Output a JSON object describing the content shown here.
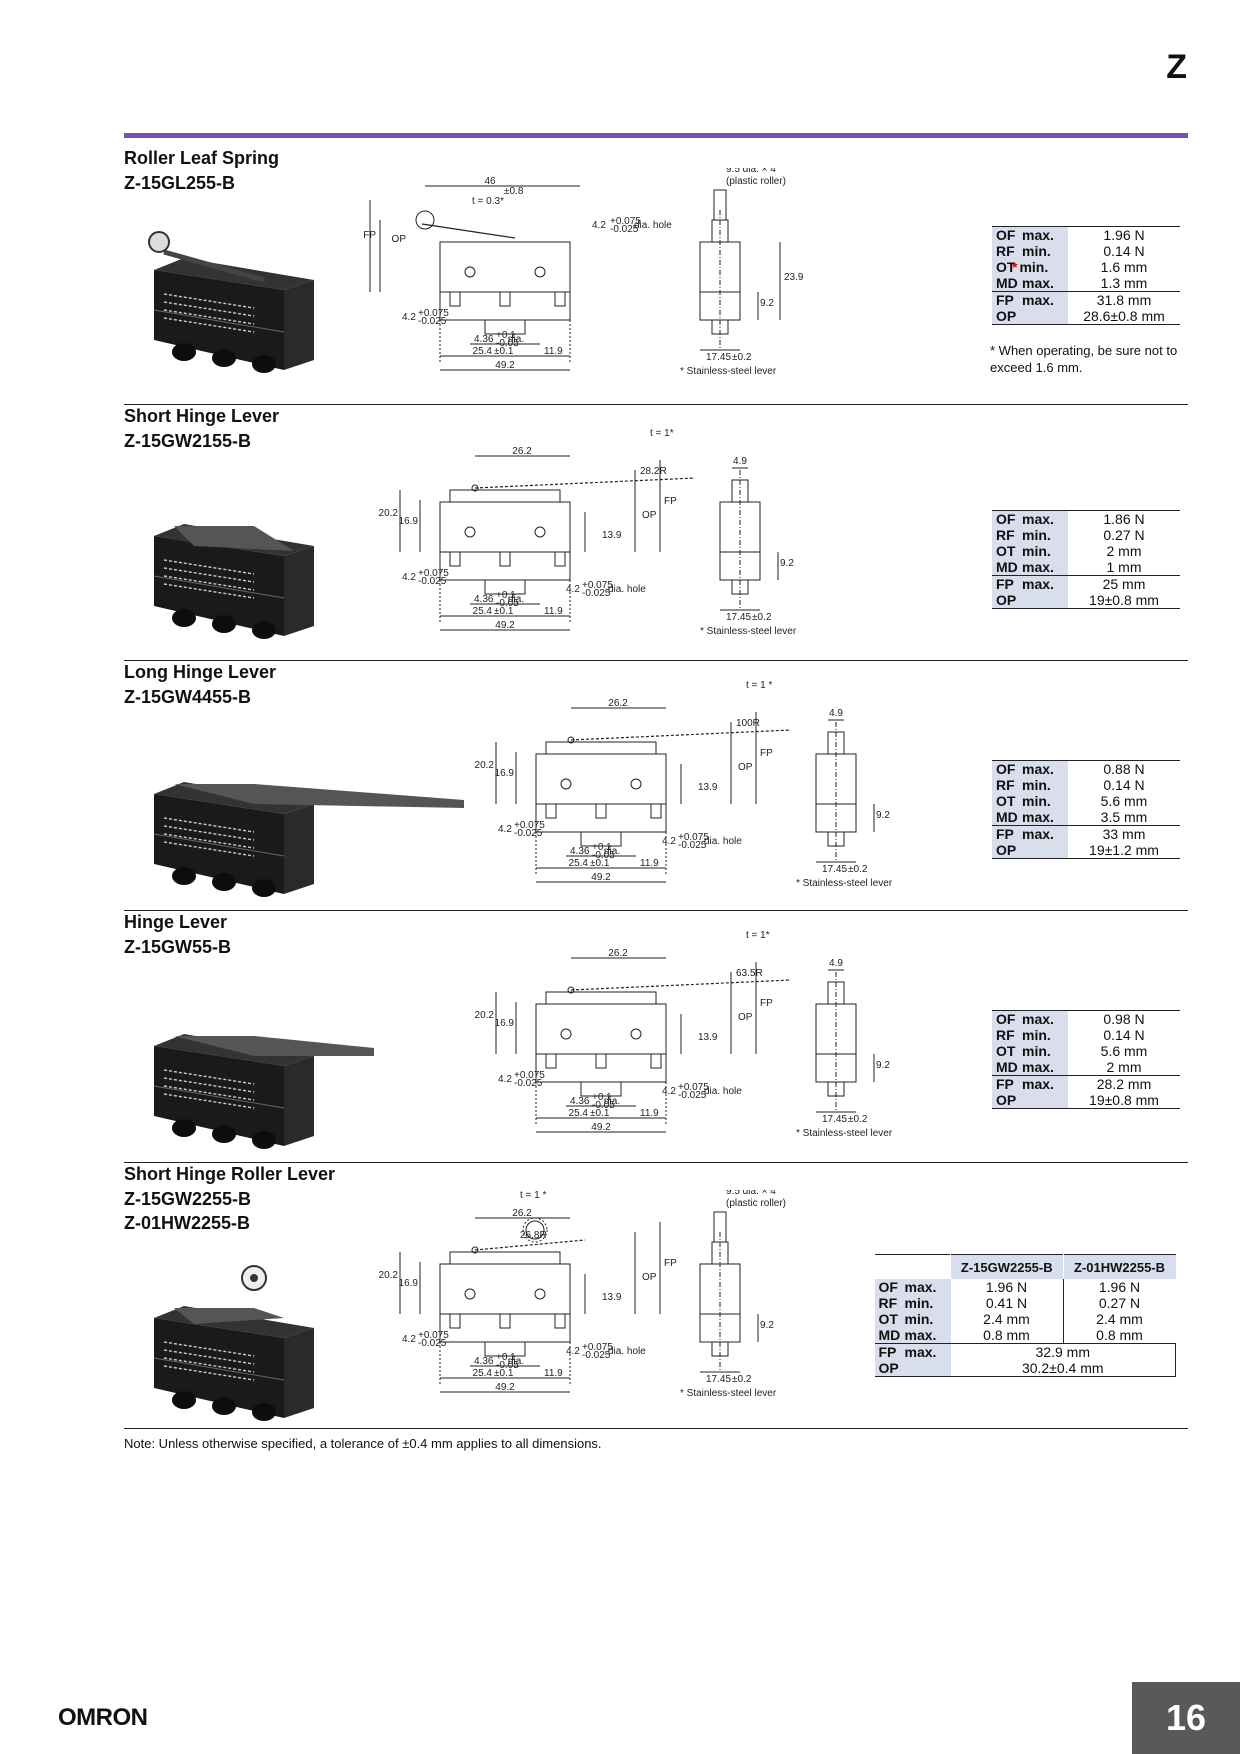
{
  "header": {
    "series_letter": "Z"
  },
  "sections": [
    {
      "title": "Roller Leaf Spring",
      "models": [
        "Z-15GL255-B"
      ],
      "photo_label": "Z-15GL255-B",
      "dims": {
        "width": "46",
        "width_tol": "±0.8",
        "t": "t = 0.3*",
        "hole": "4.2",
        "hole_tol_up": "+0.075",
        "hole_tol_dn": "-0.025",
        "hole_label": "dia. hole",
        "left_hole": "4.2",
        "pin": "4.36",
        "pin_tol_up": "+0.1",
        "pin_tol_dn": "-0.05",
        "pin_label": "dia.",
        "pitch": "25.4",
        "pitch_tol": "±0.1",
        "end": "11.9",
        "total": "49.2",
        "fp": "FP",
        "op": "OP",
        "side_top": "9.5 dia. × 4",
        "side_top2": "(plastic roller)",
        "side_h": "23.9",
        "side_small": "9.2",
        "side_w": "17.45",
        "side_w_tol": "±0.2",
        "lever_note": "* Stainless-steel lever"
      },
      "specs": [
        {
          "k": "OF",
          "q": "max.",
          "v": "1.96 N"
        },
        {
          "k": "RF",
          "q": "min.",
          "v": "0.14 N"
        },
        {
          "k": "OT",
          "q": "min.",
          "v": "1.6 mm",
          "mark": "*"
        },
        {
          "k": "MD",
          "q": "max.",
          "v": "1.3 mm"
        },
        {
          "k": "FP",
          "q": "max.",
          "v": "31.8 mm"
        },
        {
          "k": "OP",
          "q": "",
          "v": "28.6±0.8 mm"
        }
      ],
      "footnote": "* When operating, be sure not to exceed 1.6 mm."
    },
    {
      "title": "Short Hinge Lever",
      "models": [
        "Z-15GW2155-B"
      ],
      "photo_label": "Z-15GW2155-B",
      "dims": {
        "width": "26.2",
        "t": "t = 1*",
        "radius": "28.2R",
        "h1": "20.2",
        "h2": "16.9",
        "h3": "13.9",
        "hole": "4.2",
        "hole_tol_up": "+0.075",
        "hole_tol_dn": "-0.025",
        "hole_label": "dia. hole",
        "left_hole": "4.2",
        "pin": "4.36",
        "pin_tol_up": "+0.1",
        "pin_tol_dn": "-0.05",
        "pin_label": "dia.",
        "pitch": "25.4",
        "pitch_tol": "±0.1",
        "end": "11.9",
        "total": "49.2",
        "fp": "FP",
        "op": "OP",
        "side_top": "4.9",
        "side_small": "9.2",
        "side_w": "17.45",
        "side_w_tol": "±0.2",
        "lever_note": "* Stainless-steel lever"
      },
      "specs": [
        {
          "k": "OF",
          "q": "max.",
          "v": "1.86 N"
        },
        {
          "k": "RF",
          "q": "min.",
          "v": "0.27 N"
        },
        {
          "k": "OT",
          "q": "min.",
          "v": "2 mm"
        },
        {
          "k": "MD",
          "q": "max.",
          "v": "1 mm"
        },
        {
          "k": "FP",
          "q": "max.",
          "v": "25 mm"
        },
        {
          "k": "OP",
          "q": "",
          "v": "19±0.8 mm"
        }
      ]
    },
    {
      "title": "Long Hinge Lever",
      "models": [
        "Z-15GW4455-B"
      ],
      "photo_label": "Z-15GW4455-B",
      "dims": {
        "width": "26.2",
        "t": "t = 1 *",
        "radius": "100R",
        "h1": "20.2",
        "h2": "16.9",
        "h3": "13.9",
        "hole": "4.2",
        "hole_tol_up": "+0.075",
        "hole_tol_dn": "-0.025",
        "hole_label": "dia. hole",
        "left_hole": "4.2",
        "pin": "4.36",
        "pin_tol_up": "+0.1",
        "pin_tol_dn": "-0.05",
        "pin_label": "dia.",
        "pitch": "25.4",
        "pitch_tol": "±0.1",
        "end": "11.9",
        "total": "49.2",
        "fp": "FP",
        "op": "OP",
        "side_top": "4.9",
        "side_small": "9.2",
        "side_w": "17.45",
        "side_w_tol": "±0.2",
        "lever_note": "* Stainless-steel lever"
      },
      "specs": [
        {
          "k": "OF",
          "q": "max.",
          "v": "0.88 N"
        },
        {
          "k": "RF",
          "q": "min.",
          "v": "0.14 N"
        },
        {
          "k": "OT",
          "q": "min.",
          "v": "5.6 mm"
        },
        {
          "k": "MD",
          "q": "max.",
          "v": "3.5 mm"
        },
        {
          "k": "FP",
          "q": "max.",
          "v": "33 mm"
        },
        {
          "k": "OP",
          "q": "",
          "v": "19±1.2 mm"
        }
      ]
    },
    {
      "title": "Hinge Lever",
      "models": [
        "Z-15GW55-B"
      ],
      "photo_label": "Z-15GW55-B",
      "dims": {
        "width": "26.2",
        "t": "t = 1*",
        "radius": "63.5R",
        "h1": "20.2",
        "h2": "16.9",
        "h3": "13.9",
        "hole": "4.2",
        "hole_tol_up": "+0.075",
        "hole_tol_dn": "-0.025",
        "hole_label": "dia. hole",
        "left_hole": "4.2",
        "pin": "4.36",
        "pin_tol_up": "+0.1",
        "pin_tol_dn": "-0.05",
        "pin_label": "dia.",
        "pitch": "25.4",
        "pitch_tol": "±0.1",
        "end": "11.9",
        "total": "49.2",
        "fp": "FP",
        "op": "OP",
        "side_top": "4.9",
        "side_small": "9.2",
        "side_w": "17.45",
        "side_w_tol": "±0.2",
        "lever_note": "* Stainless-steel lever"
      },
      "specs": [
        {
          "k": "OF",
          "q": "max.",
          "v": "0.98 N"
        },
        {
          "k": "RF",
          "q": "min.",
          "v": "0.14 N"
        },
        {
          "k": "OT",
          "q": "min.",
          "v": "5.6 mm"
        },
        {
          "k": "MD",
          "q": "max.",
          "v": "2 mm"
        },
        {
          "k": "FP",
          "q": "max.",
          "v": "28.2 mm"
        },
        {
          "k": "OP",
          "q": "",
          "v": "19±0.8 mm"
        }
      ]
    },
    {
      "title": "Short Hinge Roller Lever",
      "models": [
        "Z-15GW2255-B",
        "Z-01HW2255-B"
      ],
      "photo_label": "Z-15GW2255-B",
      "dims": {
        "width": "26.2",
        "t": "t = 1 *",
        "radius": "26.8R",
        "h1": "20.2",
        "h2": "16.9",
        "h3": "13.9",
        "hole": "4.2",
        "hole_tol_up": "+0.075",
        "hole_tol_dn": "-0.025",
        "hole_label": "dia. hole",
        "left_hole": "4.2",
        "pin": "4.36",
        "pin_tol_up": "+0.1",
        "pin_tol_dn": "-0.05",
        "pin_label": "dia.",
        "pitch": "25.4",
        "pitch_tol": "±0.1",
        "end": "11.9",
        "total": "49.2",
        "fp": "FP",
        "op": "OP",
        "side_top": "9.5 dia. × 4",
        "side_top2": "(plastic roller)",
        "side_small": "9.2",
        "side_w": "17.45",
        "side_w_tol": "±0.2",
        "lever_note": "* Stainless-steel lever"
      },
      "spec_headers": [
        "Z-15GW2255-B",
        "Z-01HW2255-B"
      ],
      "specs": [
        {
          "k": "OF",
          "q": "max.",
          "v": "1.96 N",
          "v2": "1.96 N"
        },
        {
          "k": "RF",
          "q": "min.",
          "v": "0.41 N",
          "v2": "0.27 N"
        },
        {
          "k": "OT",
          "q": "min.",
          "v": "2.4 mm",
          "v2": "2.4 mm"
        },
        {
          "k": "MD",
          "q": "max.",
          "v": "0.8 mm",
          "v2": "0.8 mm"
        },
        {
          "k": "FP",
          "q": "max.",
          "v": "32.9 mm"
        },
        {
          "k": "OP",
          "q": "",
          "v": "30.2±0.4 mm"
        }
      ]
    }
  ],
  "note": "Note:  Unless otherwise specified, a tolerance of ±0.4 mm applies to all dimensions.",
  "footer": {
    "brand": "OMRON",
    "page_number": "16"
  },
  "colors": {
    "accent_rule": "#7a4fb8",
    "table_key_bg": "#d9deed",
    "page_box": "#595959"
  }
}
